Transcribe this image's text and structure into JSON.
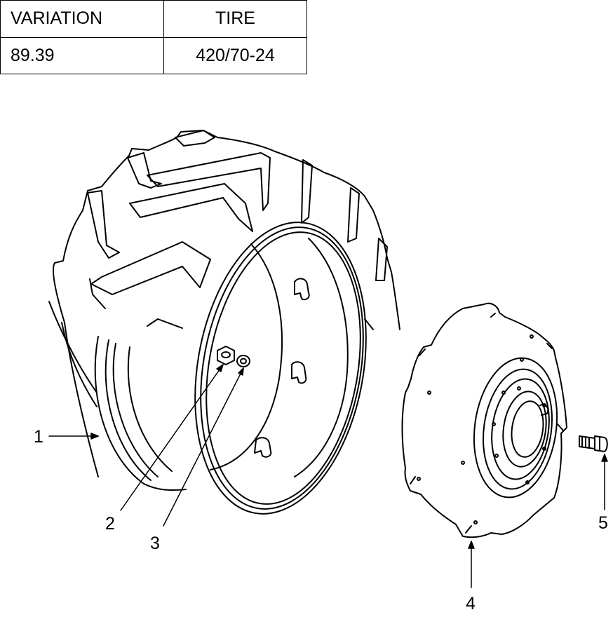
{
  "spec_table": {
    "headers": [
      "VARIATION",
      "TIRE"
    ],
    "rows": [
      [
        "89.39",
        "420/70-24"
      ]
    ]
  },
  "callouts": [
    "1",
    "2",
    "3",
    "4",
    "5"
  ],
  "parts": {
    "tire_icon": "tire-with-rim",
    "weight_icon": "wheel-weight-disc",
    "bolt_icon": "bolt",
    "nut_icon": "nut",
    "washer_icon": "washer"
  }
}
